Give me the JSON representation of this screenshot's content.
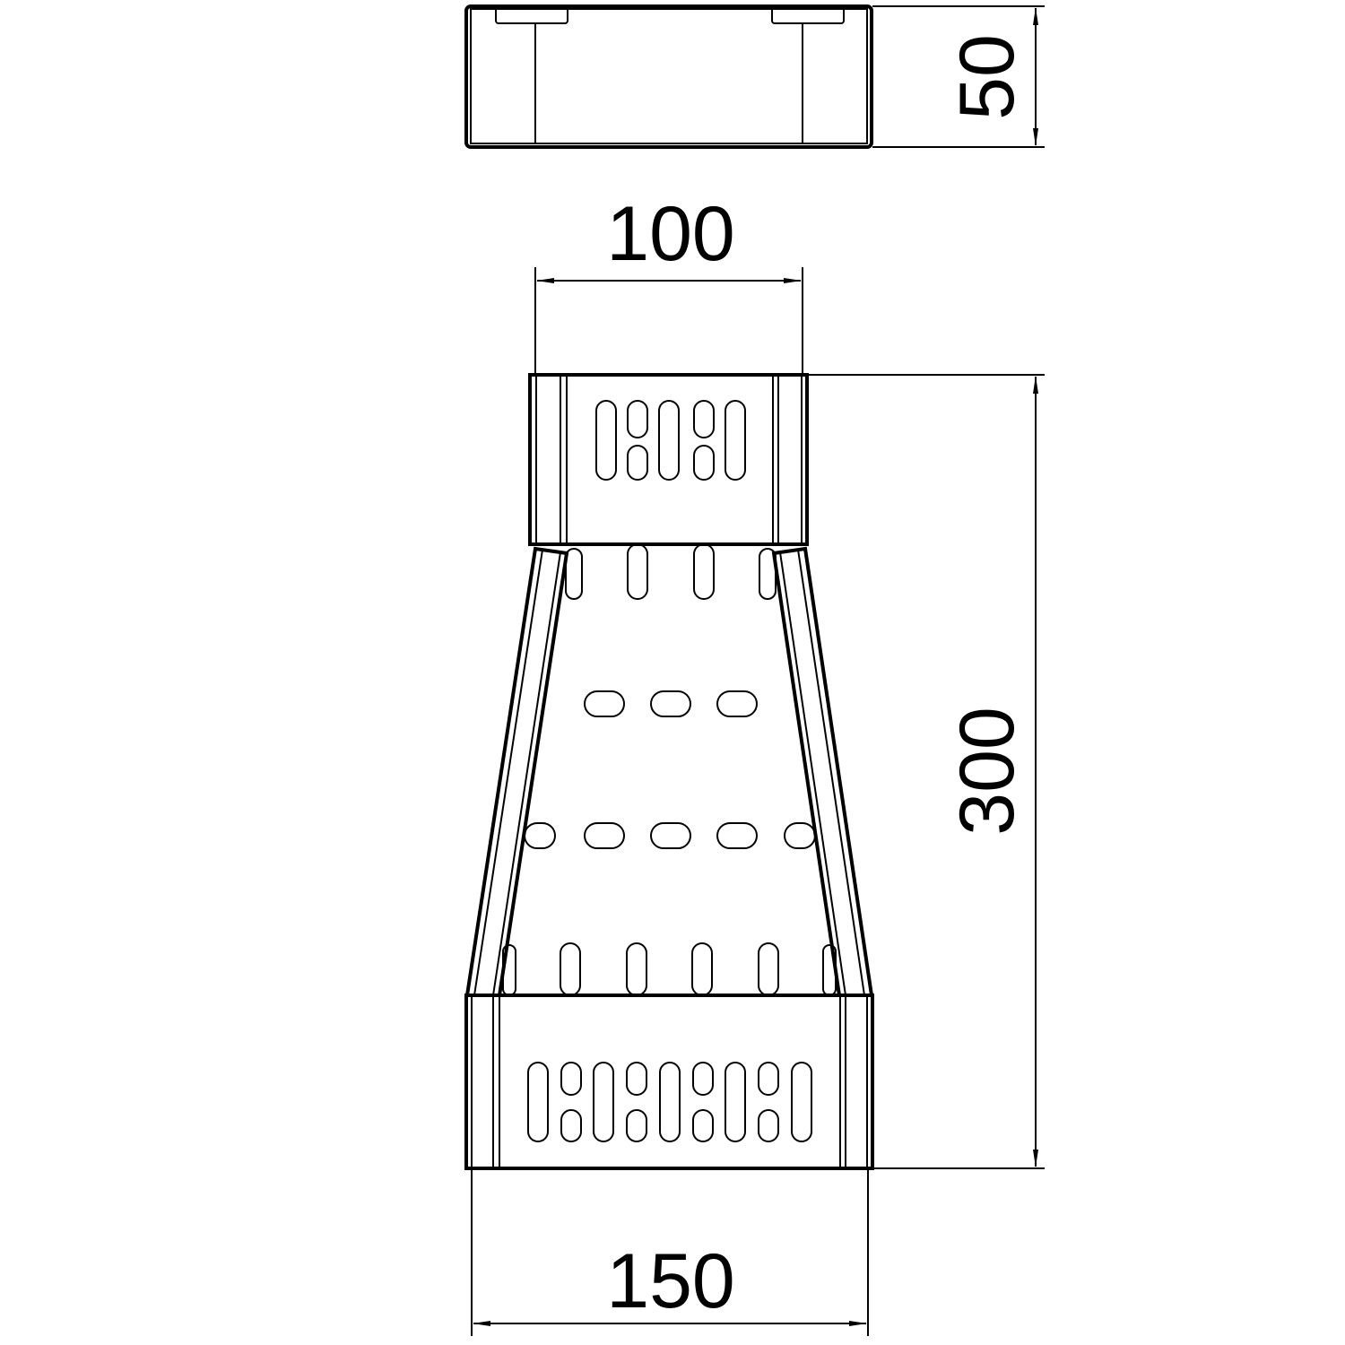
{
  "dimensions": {
    "height": "50",
    "top_width": "100",
    "length": "300",
    "bottom_width": "150"
  },
  "colors": {
    "line": "#000000",
    "background": "#ffffff"
  }
}
